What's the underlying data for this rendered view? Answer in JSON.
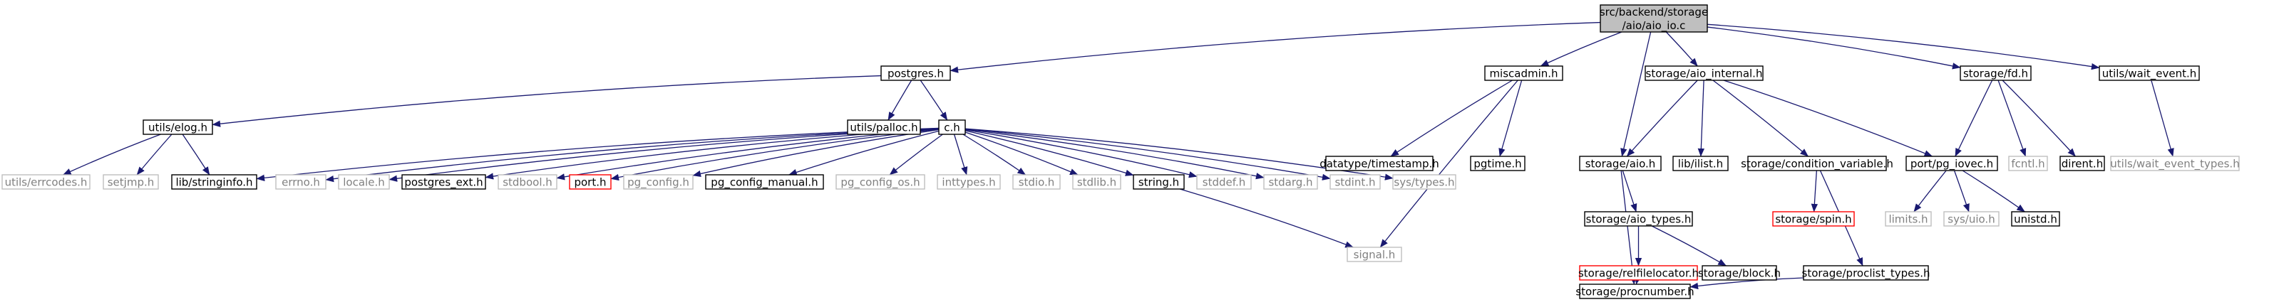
{
  "diagram": {
    "type": "include-dependency-graph",
    "root": "aio_io",
    "nodes": {
      "aio_io": {
        "lines": [
          "src/backend/storage",
          "/aio/aio_io.c"
        ],
        "style": "root"
      },
      "postgres": {
        "lines": [
          "postgres.h"
        ],
        "style": "normal"
      },
      "miscadmin": {
        "lines": [
          "miscadmin.h"
        ],
        "style": "normal"
      },
      "aio_internal": {
        "lines": [
          "storage/aio_internal.h"
        ],
        "style": "normal"
      },
      "fd": {
        "lines": [
          "storage/fd.h"
        ],
        "style": "normal"
      },
      "wait_event": {
        "lines": [
          "utils/wait_event.h"
        ],
        "style": "normal"
      },
      "elog": {
        "lines": [
          "utils/elog.h"
        ],
        "style": "normal"
      },
      "palloc": {
        "lines": [
          "utils/palloc.h"
        ],
        "style": "normal"
      },
      "c": {
        "lines": [
          "c.h"
        ],
        "style": "normal"
      },
      "timestamp": {
        "lines": [
          "datatype/timestamp.h"
        ],
        "style": "normal"
      },
      "pgtime": {
        "lines": [
          "pgtime.h"
        ],
        "style": "normal"
      },
      "aio": {
        "lines": [
          "storage/aio.h"
        ],
        "style": "normal"
      },
      "ilist": {
        "lines": [
          "lib/ilist.h"
        ],
        "style": "normal"
      },
      "condvar": {
        "lines": [
          "storage/condition_variable.h"
        ],
        "style": "normal"
      },
      "iovec": {
        "lines": [
          "port/pg_iovec.h"
        ],
        "style": "normal"
      },
      "fcntl": {
        "lines": [
          "fcntl.h"
        ],
        "style": "system"
      },
      "dirent": {
        "lines": [
          "dirent.h"
        ],
        "style": "normal"
      },
      "wait_event_types": {
        "lines": [
          "utils/wait_event_types.h"
        ],
        "style": "system"
      },
      "errcodes": {
        "lines": [
          "utils/errcodes.h"
        ],
        "style": "system"
      },
      "setjmp": {
        "lines": [
          "setjmp.h"
        ],
        "style": "system"
      },
      "stringinfo": {
        "lines": [
          "lib/stringinfo.h"
        ],
        "style": "normal"
      },
      "errno": {
        "lines": [
          "errno.h"
        ],
        "style": "system"
      },
      "locale": {
        "lines": [
          "locale.h"
        ],
        "style": "system"
      },
      "postgres_ext": {
        "lines": [
          "postgres_ext.h"
        ],
        "style": "normal"
      },
      "stdbool": {
        "lines": [
          "stdbool.h"
        ],
        "style": "system"
      },
      "port": {
        "lines": [
          "port.h"
        ],
        "style": "missing"
      },
      "pg_config": {
        "lines": [
          "pg_config.h"
        ],
        "style": "system"
      },
      "pg_config_manual": {
        "lines": [
          "pg_config_manual.h"
        ],
        "style": "normal"
      },
      "pg_config_os": {
        "lines": [
          "pg_config_os.h"
        ],
        "style": "system"
      },
      "inttypes": {
        "lines": [
          "inttypes.h"
        ],
        "style": "system"
      },
      "stdio": {
        "lines": [
          "stdio.h"
        ],
        "style": "system"
      },
      "stdlib": {
        "lines": [
          "stdlib.h"
        ],
        "style": "system"
      },
      "string": {
        "lines": [
          "string.h"
        ],
        "style": "normal"
      },
      "stddef": {
        "lines": [
          "stddef.h"
        ],
        "style": "system"
      },
      "stdarg": {
        "lines": [
          "stdarg.h"
        ],
        "style": "system"
      },
      "stdint": {
        "lines": [
          "stdint.h"
        ],
        "style": "system"
      },
      "systypes": {
        "lines": [
          "sys/types.h"
        ],
        "style": "system"
      },
      "aio_types": {
        "lines": [
          "storage/aio_types.h"
        ],
        "style": "normal"
      },
      "spin": {
        "lines": [
          "storage/spin.h"
        ],
        "style": "missing"
      },
      "limits": {
        "lines": [
          "limits.h"
        ],
        "style": "system"
      },
      "sysuio": {
        "lines": [
          "sys/uio.h"
        ],
        "style": "system"
      },
      "unistd": {
        "lines": [
          "unistd.h"
        ],
        "style": "normal"
      },
      "signal": {
        "lines": [
          "signal.h"
        ],
        "style": "system"
      },
      "relfilelocator": {
        "lines": [
          "storage/relfilelocator.h"
        ],
        "style": "missing"
      },
      "block": {
        "lines": [
          "storage/block.h"
        ],
        "style": "normal"
      },
      "proclist_types": {
        "lines": [
          "storage/proclist_types.h"
        ],
        "style": "normal"
      },
      "procnumber": {
        "lines": [
          "storage/procnumber.h"
        ],
        "style": "normal"
      }
    },
    "edges": [
      [
        "aio_io",
        "postgres"
      ],
      [
        "aio_io",
        "miscadmin"
      ],
      [
        "aio_io",
        "aio"
      ],
      [
        "aio_io",
        "aio_internal"
      ],
      [
        "aio_io",
        "fd"
      ],
      [
        "aio_io",
        "wait_event"
      ],
      [
        "postgres",
        "elog"
      ],
      [
        "postgres",
        "palloc"
      ],
      [
        "postgres",
        "c"
      ],
      [
        "elog",
        "errcodes"
      ],
      [
        "elog",
        "setjmp"
      ],
      [
        "elog",
        "stringinfo"
      ],
      [
        "c",
        "stringinfo"
      ],
      [
        "c",
        "errno"
      ],
      [
        "c",
        "locale"
      ],
      [
        "c",
        "postgres_ext"
      ],
      [
        "c",
        "stdbool"
      ],
      [
        "c",
        "port"
      ],
      [
        "c",
        "pg_config"
      ],
      [
        "c",
        "pg_config_manual"
      ],
      [
        "c",
        "pg_config_os"
      ],
      [
        "c",
        "inttypes"
      ],
      [
        "c",
        "stdio"
      ],
      [
        "c",
        "stdlib"
      ],
      [
        "c",
        "string"
      ],
      [
        "c",
        "stddef"
      ],
      [
        "c",
        "stdarg"
      ],
      [
        "c",
        "stdint"
      ],
      [
        "c",
        "systypes"
      ],
      [
        "string",
        "signal"
      ],
      [
        "miscadmin",
        "timestamp"
      ],
      [
        "miscadmin",
        "pgtime"
      ],
      [
        "miscadmin",
        "signal"
      ],
      [
        "aio_internal",
        "aio"
      ],
      [
        "aio_internal",
        "ilist"
      ],
      [
        "aio_internal",
        "condvar"
      ],
      [
        "aio_internal",
        "iovec"
      ],
      [
        "aio",
        "aio_types"
      ],
      [
        "aio",
        "procnumber"
      ],
      [
        "aio_types",
        "relfilelocator"
      ],
      [
        "aio_types",
        "block"
      ],
      [
        "relfilelocator",
        "procnumber"
      ],
      [
        "condvar",
        "spin"
      ],
      [
        "condvar",
        "proclist_types"
      ],
      [
        "proclist_types",
        "procnumber"
      ],
      [
        "fd",
        "iovec"
      ],
      [
        "fd",
        "fcntl"
      ],
      [
        "fd",
        "dirent"
      ],
      [
        "iovec",
        "limits"
      ],
      [
        "iovec",
        "sysuio"
      ],
      [
        "iovec",
        "unistd"
      ],
      [
        "wait_event",
        "wait_event_types"
      ]
    ],
    "colors": {
      "edge": "#191970",
      "root_fill": "#bfbfbf",
      "root_stroke": "#000000",
      "normal_stroke": "#000000",
      "system_stroke": "#bfbfbf",
      "system_text": "#808080",
      "missing_stroke": "#ff0000",
      "text": "#000000"
    }
  }
}
